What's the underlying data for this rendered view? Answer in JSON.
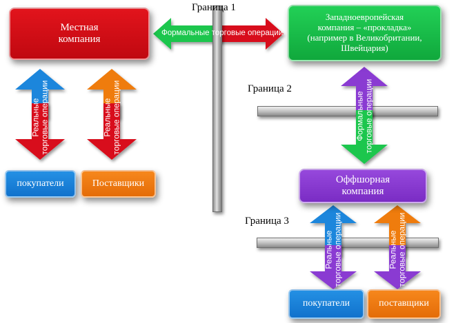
{
  "borders": {
    "b1": "Граница 1",
    "b2": "Граница 2",
    "b3": "Граница 3"
  },
  "nodes": {
    "local_company": [
      "Местная",
      "компания"
    ],
    "west_company": [
      "Западноевропейская",
      "компания – «прокладка»",
      "(например в Великобритании,",
      "Швейцария)"
    ],
    "offshore_company": [
      "Оффшорная",
      "компания"
    ],
    "buyers_left": "покупатели",
    "suppliers_left": "Поставщики",
    "buyers_right": "покупатели",
    "suppliers_right": "поставщики"
  },
  "arrows": {
    "formal": "Формальные торговые операции",
    "formal_vertical": [
      "Формальные",
      "торговые операции"
    ],
    "real": [
      "Реальные",
      "торговые операции"
    ]
  },
  "colors": {
    "red": "#d20a10",
    "green": "#19c34a",
    "purple": "#8a3ad2",
    "blue": "#1a86dc",
    "orange": "#ee7a10"
  }
}
